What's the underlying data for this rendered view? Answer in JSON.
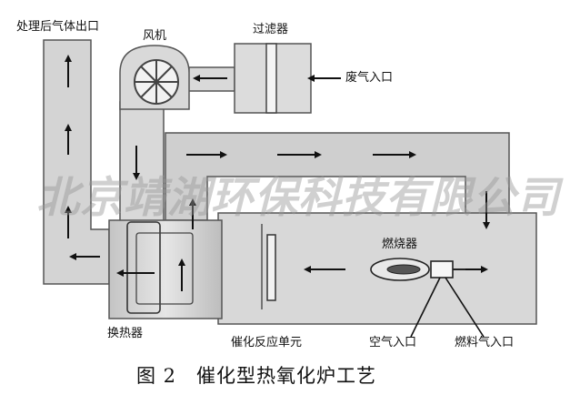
{
  "labels": {
    "outlet": "处理后气体出口",
    "fan": "风机",
    "filter": "过滤器",
    "waste_inlet": "废气入口",
    "burner": "燃烧器",
    "heat_exchanger": "换热器",
    "catalytic_unit": "催化反应单元",
    "air_inlet": "空气入口",
    "fuel_inlet": "燃料气入口"
  },
  "watermark": "北京靖湖环保科技有限公司",
  "caption": "图 2　催化型热氧化炉工艺"
}
